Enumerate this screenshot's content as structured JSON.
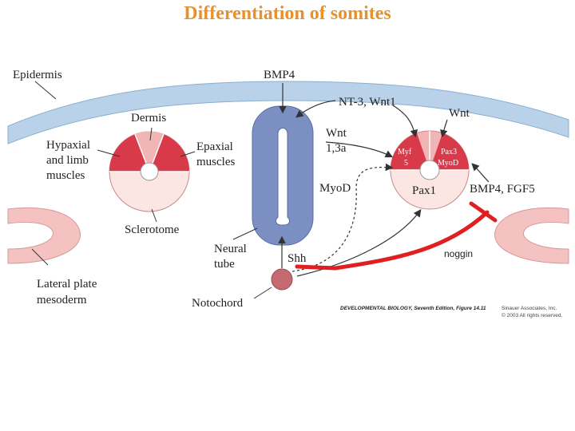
{
  "title": "Differentiation of somites",
  "labels": {
    "epidermis": "Epidermis",
    "bmp4_top": "BMP4",
    "nt3_wnt1": "NT-3, Wnt1",
    "wnt_right": "Wnt",
    "dermis": "Dermis",
    "hypaxial_1": "Hypaxial",
    "hypaxial_2": "and limb",
    "hypaxial_3": "muscles",
    "epaxial_1": "Epaxial",
    "epaxial_2": "muscles",
    "wnt13_1": "Wnt",
    "wnt13_2": "1,3a",
    "myod_left": "MyoD",
    "myf": "Myf",
    "myf5": "5",
    "pax3": "Pax3",
    "myod_small": "MyoD",
    "pax1": "Pax1",
    "bmp4_fgf5": "BMP4, FGF5",
    "sclerotome": "Sclerotome",
    "neural_1": "Neural",
    "neural_2": "tube",
    "shh": "Shh",
    "noggin": "noggin",
    "lateral_1": "Lateral plate",
    "lateral_2": "mesoderm",
    "notochord": "Notochord"
  },
  "credit": {
    "book": "DEVELOPMENTAL BIOLOGY, Seventh Edition, Figure 14.11",
    "publisher": "Sinauer Associates, Inc.",
    "rights": "© 2003 All rights reserved."
  },
  "colors": {
    "title": "#e8902a",
    "epidermis": "#b9d2ea",
    "neural_tube": "#7b8fc3",
    "muscle": "#d93a4a",
    "dermis": "#f2b5b5",
    "sclerotome": "#fbe6e4",
    "notochord": "#c56a70",
    "noggin_line": "#e02020"
  }
}
